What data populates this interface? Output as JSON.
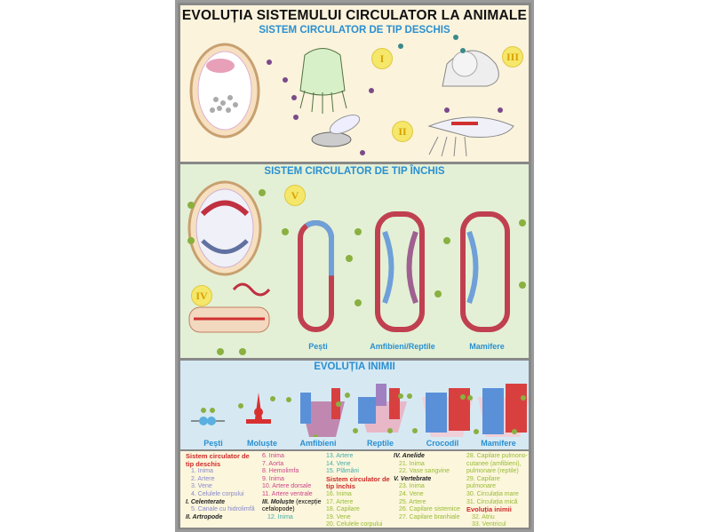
{
  "title": "EVOLUȚIA SISTEMULUI CIRCULATOR LA ANIMALE",
  "open_system": {
    "title": "SISTEM CIRCULATOR DE TIP DESCHIS",
    "labels": [
      "I",
      "II",
      "III"
    ]
  },
  "closed_system": {
    "title": "SISTEM CIRCULATOR DE TIP ÎNCHIS",
    "labels": [
      "IV",
      "V"
    ],
    "captions": [
      "Pești",
      "Amfibieni/Reptile",
      "Mamifere"
    ]
  },
  "heart_evolution": {
    "title": "EVOLUȚIA INIMII",
    "captions": [
      "Pești",
      "Moluște",
      "Amfibieni",
      "Reptile",
      "Crocodil",
      "Mamifere"
    ]
  },
  "legend": {
    "c1": {
      "h1": "Sistem circulator de tip deschis",
      "i1": [
        "1. Inima",
        "2. Artere",
        "3. Vene",
        "4. Celulele corpului"
      ],
      "h2": "I. Celenterate",
      "i2": [
        "5. Canale cu hidrolimfă"
      ],
      "h3": "II. Artropode"
    },
    "c2": {
      "i1": [
        "6. Inima",
        "7. Aorta",
        "8. Hemolimfa",
        "9. Inima",
        "10. Artere dorsale",
        "11. Artere ventrale"
      ],
      "h1": "III. Moluște",
      "h1b": " (excepție cefalopode)",
      "i2": [
        "12. Inima"
      ]
    },
    "c3": {
      "i1": [
        "13. Artere",
        "14. Vene",
        "15. Plămâni"
      ],
      "h1": "Sistem circulator de tip închis",
      "i2": [
        "16. Inima",
        "17. Artere",
        "18. Capilare",
        "19. Vene",
        "20. Celulele corpului"
      ]
    },
    "c4": {
      "h1": "IV. Anelide",
      "i1": [
        "21. Inima",
        "22. Vase sangvine"
      ],
      "h2": "V. Vertebrate",
      "i2": [
        "23. Inima",
        "24. Vene",
        "25. Artere",
        "26. Capilare sistemice",
        "27. Capilare branhiale"
      ]
    },
    "c5": {
      "i1": [
        "28. Capilare pulmono-cutanee (amfibieni), pulmonare (reptile)",
        "29. Capilare pulmonare",
        "30. Circulația mare",
        "31. Circulația mică"
      ],
      "h1": "Evoluția inimii",
      "i2": [
        "32. Atriu",
        "33. Ventricul"
      ]
    }
  }
}
